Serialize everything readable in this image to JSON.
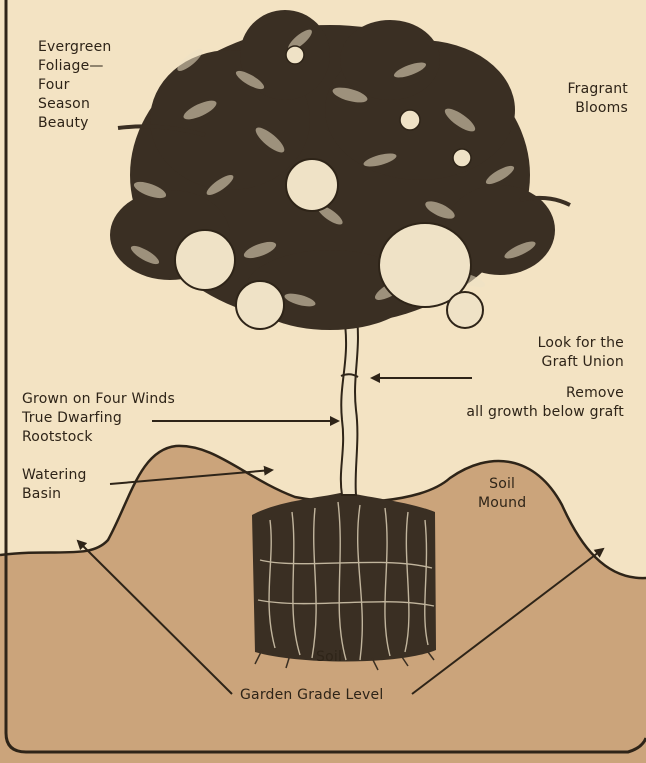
{
  "labels": {
    "evergreen": [
      "Evergreen",
      "Foliage—",
      "Four",
      "Season",
      "Beauty"
    ],
    "fragrant": [
      "Fragrant",
      "Blooms"
    ],
    "graft_union": [
      "Look for the",
      "Graft Union"
    ],
    "remove_growth": [
      "Remove",
      "all growth below graft"
    ],
    "rootstock": [
      "Grown on Four Winds",
      "True Dwarfing",
      "Rootstock"
    ],
    "watering_basin": [
      "Watering",
      "Basin"
    ],
    "soil_mound": [
      "Soil",
      "Mound"
    ],
    "soil": "Soil",
    "garden_grade_level": "Garden Grade Level"
  },
  "colors": {
    "background": "#f3e3c3",
    "soil": "#cba47b",
    "ink": "#2e2418",
    "foliage": "#3a2f23",
    "fruit": "#efe2c6"
  },
  "icons": [
    "orange-tree-illustration",
    "root-ball",
    "arrow"
  ]
}
